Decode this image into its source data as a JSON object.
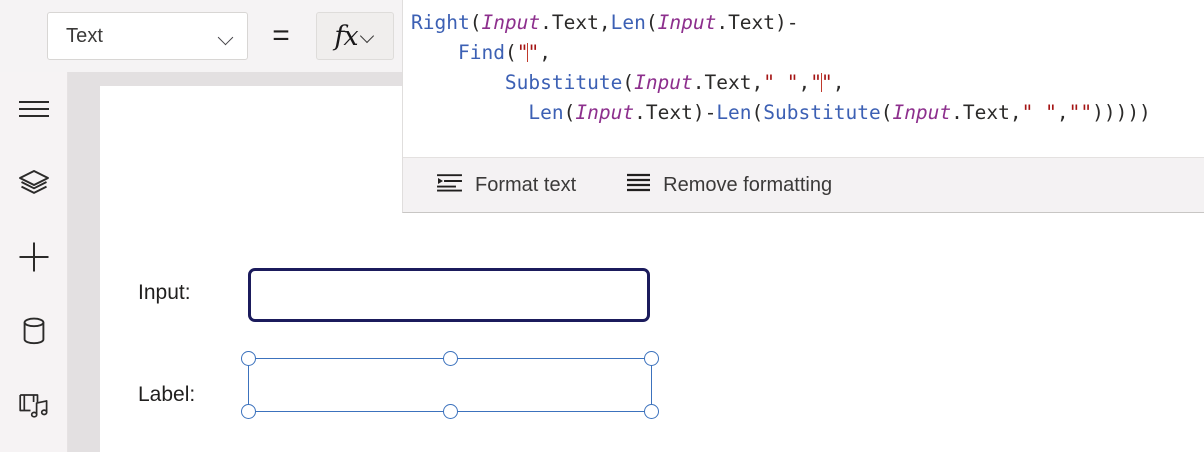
{
  "app": {
    "name": "power-apps-studio"
  },
  "toolbar": {
    "property_dropdown": {
      "selected": "Text",
      "icon": "chevron-down-icon"
    },
    "equals_label": "=",
    "fx_button": {
      "glyph": "fx",
      "icon": "chevron-down-icon"
    }
  },
  "sidebar": {
    "items": [
      {
        "name": "menu",
        "icon": "hamburger-menu-icon"
      },
      {
        "name": "tree-view",
        "icon": "layers-icon"
      },
      {
        "name": "insert",
        "icon": "plus-icon"
      },
      {
        "name": "data",
        "icon": "database-icon"
      },
      {
        "name": "media",
        "icon": "media-icon"
      }
    ]
  },
  "formula_bar": {
    "lines": [
      [
        {
          "t": "Right",
          "c": "fn"
        },
        {
          "t": "(",
          "c": "punc"
        },
        {
          "t": "Input",
          "c": "ctl"
        },
        {
          "t": ".",
          "c": "punc"
        },
        {
          "t": "Text",
          "c": "prop"
        },
        {
          "t": ",",
          "c": "punc"
        },
        {
          "t": "Len",
          "c": "fn"
        },
        {
          "t": "(",
          "c": "punc"
        },
        {
          "t": "Input",
          "c": "ctl"
        },
        {
          "t": ".",
          "c": "punc"
        },
        {
          "t": "Text",
          "c": "prop"
        },
        {
          "t": ")",
          "c": "punc"
        },
        {
          "t": "-",
          "c": "op"
        }
      ],
      [
        {
          "t": "    ",
          "c": "punc"
        },
        {
          "t": "Find",
          "c": "fn"
        },
        {
          "t": "(",
          "c": "punc"
        },
        {
          "t": "\"",
          "c": "str"
        },
        {
          "t": "|",
          "c": "caret"
        },
        {
          "t": "\"",
          "c": "str"
        },
        {
          "t": ",",
          "c": "punc"
        }
      ],
      [
        {
          "t": "        ",
          "c": "punc"
        },
        {
          "t": "Substitute",
          "c": "fn"
        },
        {
          "t": "(",
          "c": "punc"
        },
        {
          "t": "Input",
          "c": "ctl"
        },
        {
          "t": ".",
          "c": "punc"
        },
        {
          "t": "Text",
          "c": "prop"
        },
        {
          "t": ",",
          "c": "punc"
        },
        {
          "t": "\" \"",
          "c": "str"
        },
        {
          "t": ",",
          "c": "punc"
        },
        {
          "t": "\"",
          "c": "str"
        },
        {
          "t": "|",
          "c": "caret"
        },
        {
          "t": "\"",
          "c": "str"
        },
        {
          "t": ",",
          "c": "punc"
        }
      ],
      [
        {
          "t": "          ",
          "c": "punc"
        },
        {
          "t": "Len",
          "c": "fn"
        },
        {
          "t": "(",
          "c": "punc"
        },
        {
          "t": "Input",
          "c": "ctl"
        },
        {
          "t": ".",
          "c": "punc"
        },
        {
          "t": "Text",
          "c": "prop"
        },
        {
          "t": ")",
          "c": "punc"
        },
        {
          "t": "-",
          "c": "op"
        },
        {
          "t": "Len",
          "c": "fn"
        },
        {
          "t": "(",
          "c": "punc"
        },
        {
          "t": "Substitute",
          "c": "fn"
        },
        {
          "t": "(",
          "c": "punc"
        },
        {
          "t": "Input",
          "c": "ctl"
        },
        {
          "t": ".",
          "c": "punc"
        },
        {
          "t": "Text",
          "c": "prop"
        },
        {
          "t": ",",
          "c": "punc"
        },
        {
          "t": "\" \"",
          "c": "str"
        },
        {
          "t": ",",
          "c": "punc"
        },
        {
          "t": "\"\"",
          "c": "str"
        },
        {
          "t": ")))))",
          "c": "punc"
        }
      ]
    ],
    "footer": {
      "format_text_label": "Format text",
      "format_text_icon": "format-text-icon",
      "remove_formatting_label": "Remove formatting",
      "remove_formatting_icon": "remove-formatting-icon"
    }
  },
  "canvas": {
    "input_field_label": "Input:",
    "label_field_label": "Label:",
    "input_textbox_value": "",
    "label_control_text": "",
    "selected_control": "label-control"
  },
  "colors": {
    "selection_blue": "#3c72bd",
    "input_border_navy": "#1b1b5c",
    "formula_function": "#3c60b4",
    "formula_control": "#8d2f8d",
    "formula_string": "#a41414",
    "caret_red": "#c0392b",
    "chrome_gray": "#f5f3f4",
    "canvas_surround": "#e3e0e1"
  }
}
